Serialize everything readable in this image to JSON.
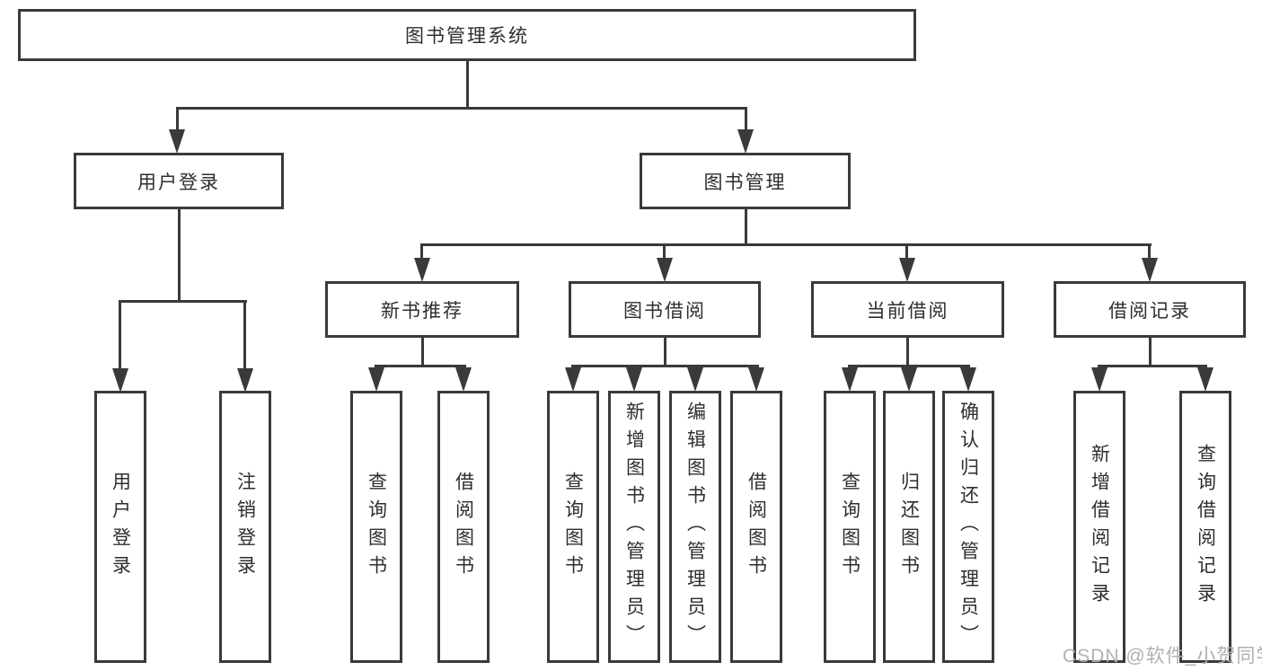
{
  "tree": {
    "label": "图书管理系统",
    "children": [
      {
        "label": "用户登录",
        "children": [
          {
            "label": "用户登录"
          },
          {
            "label": "注销登录"
          }
        ]
      },
      {
        "label": "图书管理",
        "children": [
          {
            "label": "新书推荐",
            "children": [
              {
                "label": "查询图书"
              },
              {
                "label": "借阅图书"
              }
            ]
          },
          {
            "label": "图书借阅",
            "children": [
              {
                "label": "查询图书"
              },
              {
                "label": "新增图书（管理员）"
              },
              {
                "label": "编辑图书（管理员）"
              },
              {
                "label": "借阅图书"
              }
            ]
          },
          {
            "label": "当前借阅",
            "children": [
              {
                "label": "查询图书"
              },
              {
                "label": "归还图书"
              },
              {
                "label": "确认归还（管理员）"
              }
            ]
          },
          {
            "label": "借阅记录",
            "children": [
              {
                "label": "新增借阅记录"
              },
              {
                "label": "查询借阅记录"
              }
            ]
          }
        ]
      }
    ]
  },
  "watermark": {
    "text": "CSDN @软件_小贺同学"
  },
  "colors": {
    "line": "#3a3a3a",
    "text": "#2e2e2e",
    "watermark": "#b0b0b0",
    "background": "#ffffff"
  }
}
